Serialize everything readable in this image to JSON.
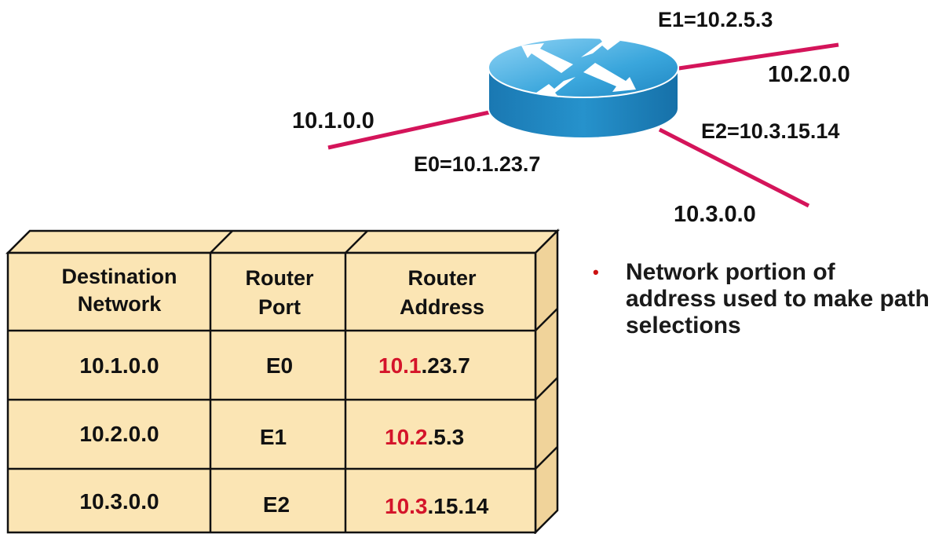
{
  "diagram": {
    "networks": {
      "left": "10.1.0.0",
      "right": "10.2.0.0",
      "bottom": "10.3.0.0"
    },
    "interfaces": {
      "e0": "E0=10.1.23.7",
      "e1": "E1=10.2.5.3",
      "e2": "E2=10.3.15.14"
    },
    "link_color": "#d4145a",
    "router_color": "#2f9ed4"
  },
  "table": {
    "headers": [
      [
        "Destination",
        "Network"
      ],
      [
        "Router",
        "Port"
      ],
      [
        "Router",
        "Address"
      ]
    ],
    "rows": [
      {
        "network": "10.1.0.0",
        "port": "E0",
        "addr_net": "10.1",
        "addr_host": ".23.7"
      },
      {
        "network": "10.2.0.0",
        "port": "E1",
        "addr_net": "10.2",
        "addr_host": ".5.3"
      },
      {
        "network": "10.3.0.0",
        "port": "E2",
        "addr_net": "10.3",
        "addr_host": ".15.14"
      }
    ],
    "fill_color": "#fbe5b4",
    "highlight_color": "#d4142a"
  },
  "bullet": {
    "marker": "•",
    "text": "Network portion of address used to make path selections"
  }
}
